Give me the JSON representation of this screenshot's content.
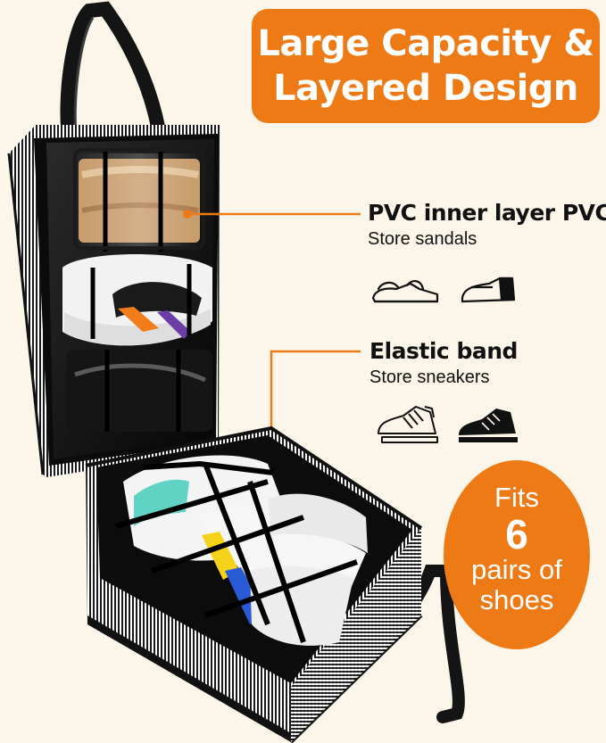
{
  "banner": {
    "line1": "Large Capacity &",
    "line2": "Layered Design",
    "color": "#ee7a16"
  },
  "callouts": [
    {
      "title": "PVC inner layer  PVC",
      "subtitle": "Store sandals",
      "icons": [
        "sandal-icon",
        "loafer-icon"
      ]
    },
    {
      "title": "Elastic band",
      "subtitle": "Store sneakers",
      "icons": [
        "sneaker-outline-icon",
        "sneaker-icon"
      ]
    }
  ],
  "badge": {
    "line1": "Fits",
    "count": "6",
    "line3": "pairs of",
    "line4": "shoes",
    "color": "#ee7a16"
  },
  "product": {
    "name": "striped-shoe-storage-bag",
    "colors": {
      "stripe": "#ffffff",
      "body": "#111111",
      "accent": "#ee7a16",
      "background": "#fbf6e9"
    }
  }
}
